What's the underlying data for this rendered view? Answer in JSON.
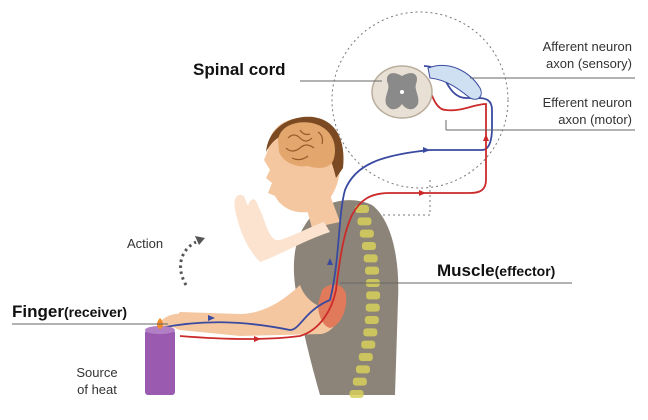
{
  "labels": {
    "spinal_cord": "Spinal cord",
    "afferent_line1": "Afferent neuron",
    "afferent_line2": "axon (sensory)",
    "efferent_line1": "Efferent neuron",
    "efferent_line2": "axon (motor)",
    "action": "Action",
    "muscle": "Muscle",
    "muscle_suffix": "(effector)",
    "finger": "Finger",
    "finger_suffix": "(receiver)",
    "heat_line1": "Source",
    "heat_line2": "of heat"
  },
  "colors": {
    "afferent": "#3a4aa0",
    "efferent": "#cc2a2a",
    "skin": "#f4c7a0",
    "skin_light": "#fbe3cf",
    "shirt": "#8c8478",
    "hair": "#7b4a22",
    "brain": "#e3a66c",
    "muscle": "#e07a5a",
    "spine": "#d7d05a",
    "candle": "#9a5ab0",
    "grey_matter": "#8a8a8a"
  }
}
